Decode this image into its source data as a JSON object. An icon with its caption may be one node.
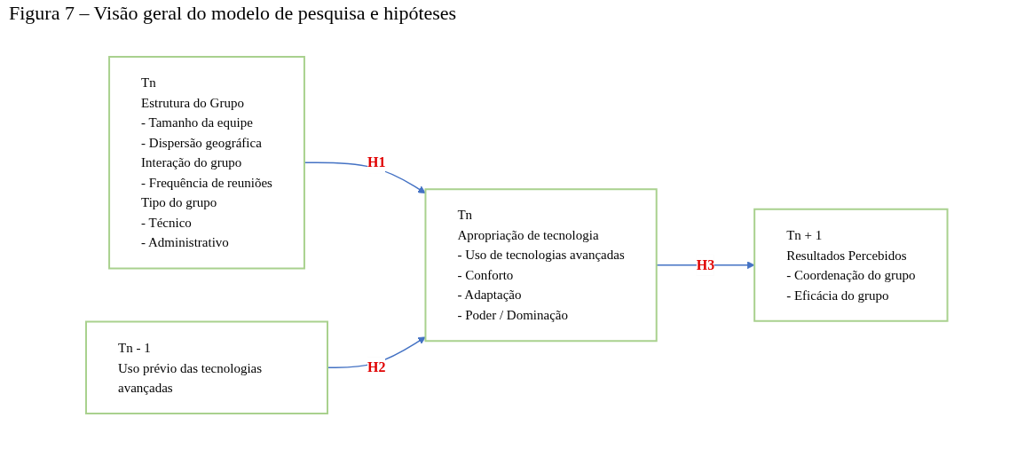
{
  "diagram": {
    "title": "Figura 7 – Visão geral do modelo de pesquisa e hipóteses",
    "nodes": [
      {
        "text": [
          "Tn",
          "Estrutura do Grupo",
          "- Tamanho da equipe",
          "- Dispersão geográfica",
          "Interação do grupo",
          "- Frequência de reuniões",
          "Tipo do grupo",
          "- Técnico",
          "- Administrativo"
        ]
      },
      {
        "text": [
          "Tn",
          "Apropriação de tecnologia",
          "- Uso de tecnologias avançadas",
          "- Conforto",
          "- Adaptação",
          "- Poder / Dominação"
        ]
      },
      {
        "text": [
          "Tn + 1",
          "Resultados Percebidos",
          "- Coordenação do grupo",
          "- Eficácia do grupo"
        ]
      },
      {
        "text": [
          "Tn - 1",
          "Uso prévio das tecnologias avançadas"
        ]
      }
    ],
    "edges": [
      {
        "from": 0,
        "to": 1,
        "arrow": "to",
        "label": "H1"
      },
      {
        "from": 1,
        "to": 2,
        "arrow": "to",
        "label": "H3"
      },
      {
        "from": 3,
        "to": 1,
        "arrow": "to",
        "label": "H2"
      }
    ]
  }
}
